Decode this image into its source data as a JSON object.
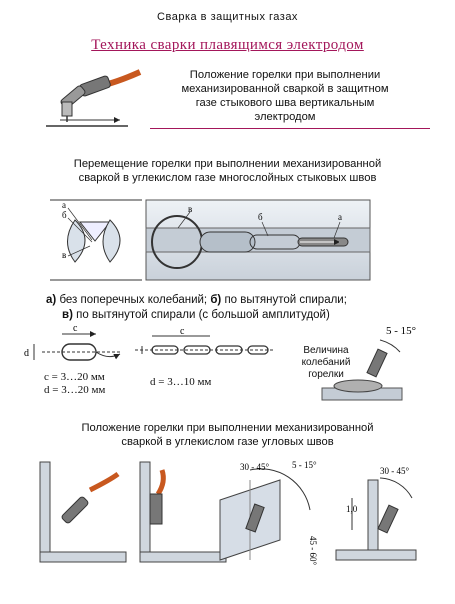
{
  "header": "Сварка в защитных газах",
  "title": "Техника сварки плавящимся электродом",
  "section1": {
    "lines": [
      "Положение горелки при выполнении",
      "механизированной сваркой в защитном",
      "газе стыкового шва вертикальным",
      "электродом"
    ]
  },
  "section2": {
    "lines": [
      "Перемещение горелки при выполнении механизированной",
      "сваркой в углекислом газе многослойных стыковых швов"
    ],
    "labels": {
      "a": "а",
      "b": "б",
      "v": "в"
    }
  },
  "legend": {
    "line1_a_key": "а)",
    "line1_a_text": "без поперечных колебаний;",
    "line1_b_key": "б)",
    "line1_b_text": "по вытянутой спирали;",
    "line2_v_key": "в)",
    "line2_v_text": "по вытянутой спирали (с большой амплитудой)"
  },
  "oscillation": {
    "c": "с",
    "d": "d",
    "c_range": "с = 3…20 мм",
    "d_range": "d = 3…20 мм",
    "d2_range": "d = 3…10 мм",
    "angle": "5 - 15°",
    "amplitude_lines": [
      "Величина",
      "колебаний",
      "горелки"
    ]
  },
  "section3": {
    "lines": [
      "Положение горелки при выполнении механизированной",
      "сваркой в углекислом газе угловых швов"
    ],
    "angle_a": "30 - 45°",
    "angle_b": "5 - 15°",
    "angle_c": "45 - 60°",
    "angle_d": "30 - 45°",
    "offset": "1,0"
  },
  "colors": {
    "title": "#a3165a",
    "rule": "#a3165a",
    "torch": "#c8581f",
    "metal": "#d6dde6",
    "weld": "#b8b8b8"
  }
}
